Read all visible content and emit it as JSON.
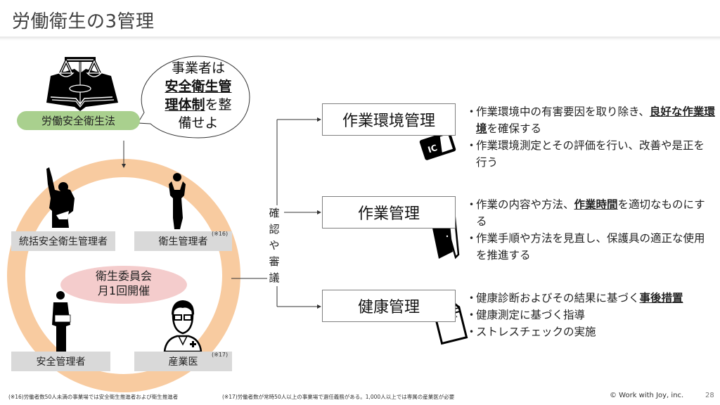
{
  "header": {
    "title": "労働衛生の3管理"
  },
  "law": {
    "label": "労働安全衛生法",
    "icon": "law-book-scales-icon",
    "bubble": {
      "line1": "事業者は",
      "emph1": "安全衛生管",
      "emph2": "理体制",
      "line3_rest": "を整",
      "line4": "備せよ"
    }
  },
  "roles": [
    {
      "label": "統括安全衛生管理者",
      "icon": "person-pointing-icon",
      "note": ""
    },
    {
      "label": "衛生管理者",
      "icon": "person-cheering-icon",
      "note": "(※16)"
    },
    {
      "label": "安全管理者",
      "icon": "person-with-documents-icon",
      "note": ""
    },
    {
      "label": "産業医",
      "icon": "doctor-icon",
      "note": "(※17)"
    }
  ],
  "committee": {
    "line1": "衛生委員会",
    "line2": "月1回開催"
  },
  "review_label": [
    "確",
    "認",
    "や",
    "審",
    "議"
  ],
  "managements": [
    {
      "title": "作業環境管理",
      "icon": "ic-card-icon",
      "bullets": [
        {
          "pre": "作業環境中の有害要因を取り除き、",
          "emph": "良好な作業環境",
          "post": "を確保する"
        },
        {
          "pre": "作業環境測定とその評価を行い、改善や是正を行う",
          "emph": "",
          "post": ""
        }
      ]
    },
    {
      "title": "作業管理",
      "icon": "open-door-icon",
      "bullets": [
        {
          "pre": "作業の内容や方法、",
          "emph": "作業時間",
          "post": "を適切なものにする"
        },
        {
          "pre": "作業手順や方法を見直し、保護具の適正な使用を推進する",
          "emph": "",
          "post": ""
        }
      ]
    },
    {
      "title": "健康管理",
      "icon": "envelope-icon",
      "bullets": [
        {
          "pre": "健康診断およびその結果に基づく",
          "emph": "事後措置",
          "post": ""
        },
        {
          "pre": "健康測定に基づく指導",
          "emph": "",
          "post": ""
        },
        {
          "pre": "ストレスチェックの実施",
          "emph": "",
          "post": ""
        }
      ]
    }
  ],
  "footnotes": {
    "note16": "(※16)労働者数50人未満の事業場では安全衛生推進者および衛生推進者",
    "note17": "(※17)労働者数が常時50人以上の事業場で選任義務がある。1,000人以上では専属の産業医が必要"
  },
  "footer": {
    "copyright": "© Work with Joy, inc.",
    "page": "28"
  },
  "colors": {
    "ring": "#f8cba0",
    "law_label": "#a9d08e",
    "committee": "#f4cccc",
    "role_label": "#d9d9d9"
  }
}
